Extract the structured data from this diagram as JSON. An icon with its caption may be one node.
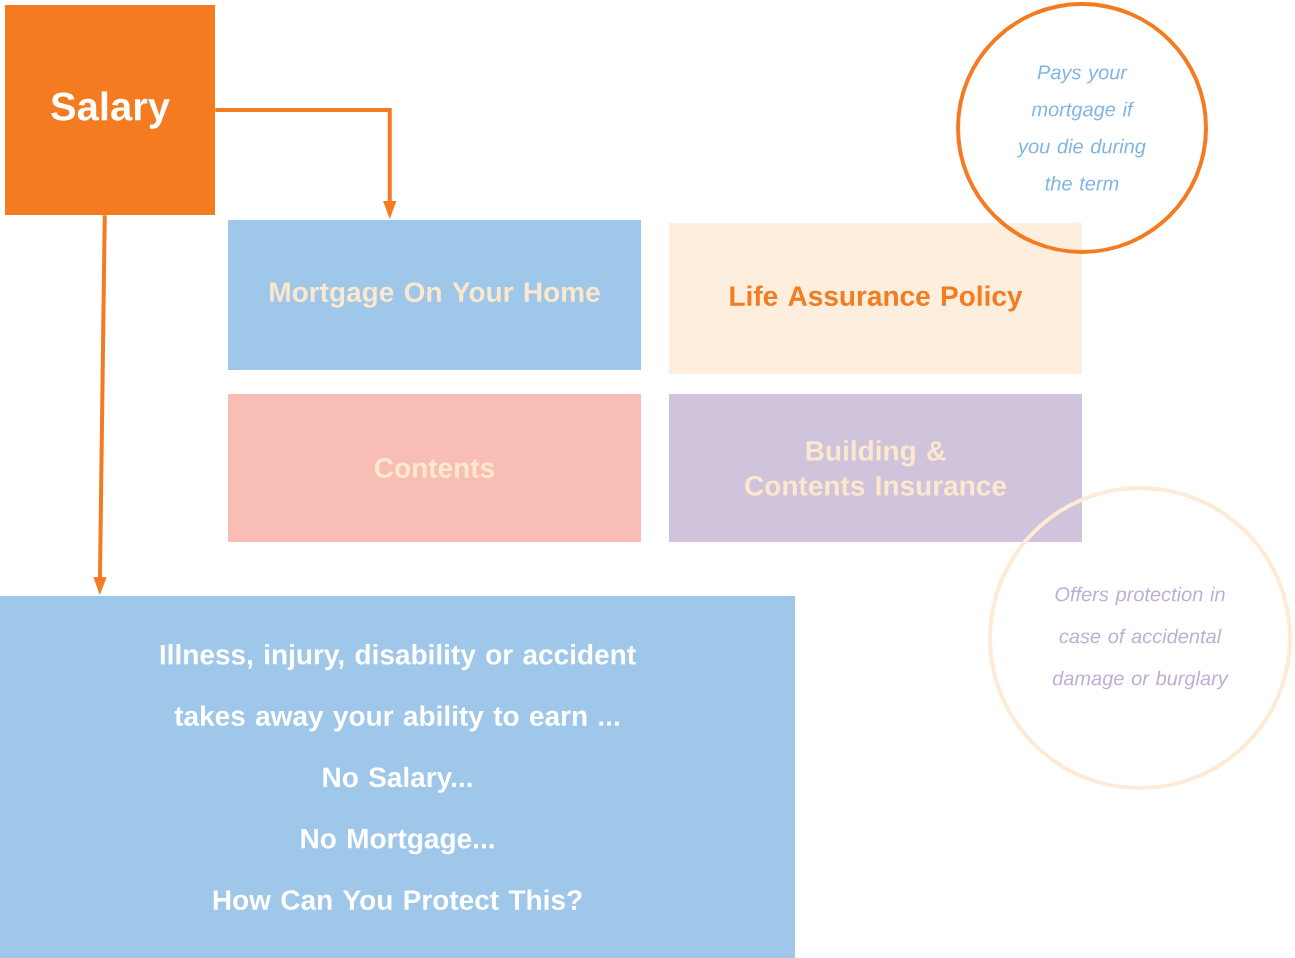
{
  "diagram": {
    "nodes": [
      {
        "text": [
          "Salary"
        ]
      },
      {
        "text": [
          "Mortgage On Your Home"
        ]
      },
      {
        "text": [
          "Life Assurance Policy"
        ]
      },
      {
        "text": [
          "Pays your mortgage if you die during the term"
        ]
      },
      {
        "text": [
          "Contents"
        ]
      },
      {
        "text": [
          "Building & Contents Insurance"
        ]
      },
      {
        "text": [
          "Offers protection in case of accidental damage or burglary"
        ]
      },
      {
        "text": [
          "Illness, injury, disability or accident takes away your ability to earn ...",
          "No Salary...",
          "No Mortgage...",
          "How Can You Protect This?"
        ]
      }
    ],
    "edges": [
      {
        "from": 0,
        "to": 1,
        "arrow": "to"
      },
      {
        "from": 0,
        "to": 7,
        "arrow": "to"
      }
    ]
  }
}
